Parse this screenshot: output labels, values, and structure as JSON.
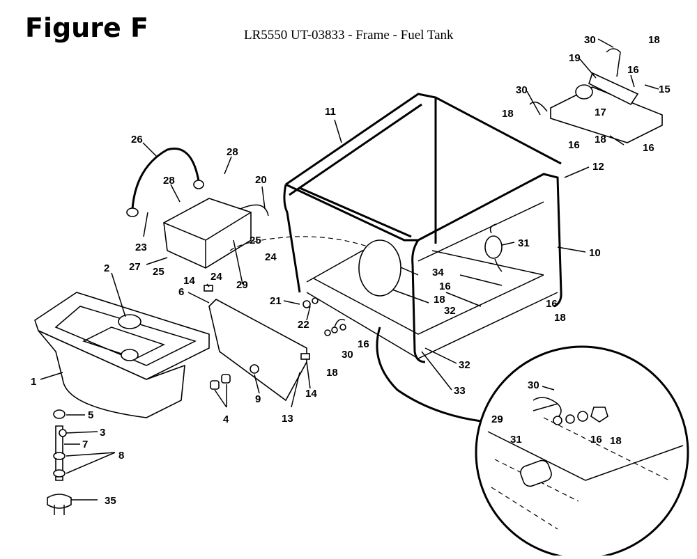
{
  "figure_title": "Figure F",
  "subtitle": "LR5550 UT-03833 - Frame - Fuel Tank",
  "callouts": [
    "1",
    "2",
    "3",
    "4",
    "5",
    "6",
    "7",
    "8",
    "9",
    "10",
    "11",
    "12",
    "13",
    "14",
    "14",
    "15",
    "16",
    "16",
    "16",
    "16",
    "16",
    "16",
    "17",
    "18",
    "18",
    "18",
    "18",
    "18",
    "18",
    "19",
    "20",
    "21",
    "22",
    "23",
    "24",
    "24",
    "25",
    "25",
    "26",
    "27",
    "28",
    "28",
    "29",
    "29",
    "30",
    "30",
    "30",
    "30",
    "31",
    "31",
    "32",
    "32",
    "33",
    "34",
    "35"
  ],
  "labels": {
    "p1": "1",
    "p2": "2",
    "p3": "3",
    "p4": "4",
    "p5": "5",
    "p6": "6",
    "p7": "7",
    "p8": "8",
    "p9": "9",
    "p10": "10",
    "p11": "11",
    "p12": "12",
    "p13": "13",
    "p14a": "14",
    "p14b": "14",
    "p15": "15",
    "p16a": "16",
    "p16b": "16",
    "p16c": "16",
    "p16d": "16",
    "p16e": "16",
    "p16f": "16",
    "p16g": "16",
    "p17": "17",
    "p18a": "18",
    "p18b": "18",
    "p18c": "18",
    "p18d": "18",
    "p18e": "18",
    "p18f": "18",
    "p18g": "18",
    "p19": "19",
    "p20": "20",
    "p21": "21",
    "p22": "22",
    "p23": "23",
    "p24a": "24",
    "p24b": "24",
    "p25a": "25",
    "p25b": "25",
    "p26": "26",
    "p27": "27",
    "p28a": "28",
    "p28b": "28",
    "p29a": "29",
    "p29b": "29",
    "p30a": "30",
    "p30b": "30",
    "p30c": "30",
    "p30d": "30",
    "p31a": "31",
    "p31b": "31",
    "p32a": "32",
    "p32b": "32",
    "p33": "33",
    "p34": "34",
    "p35": "35"
  }
}
